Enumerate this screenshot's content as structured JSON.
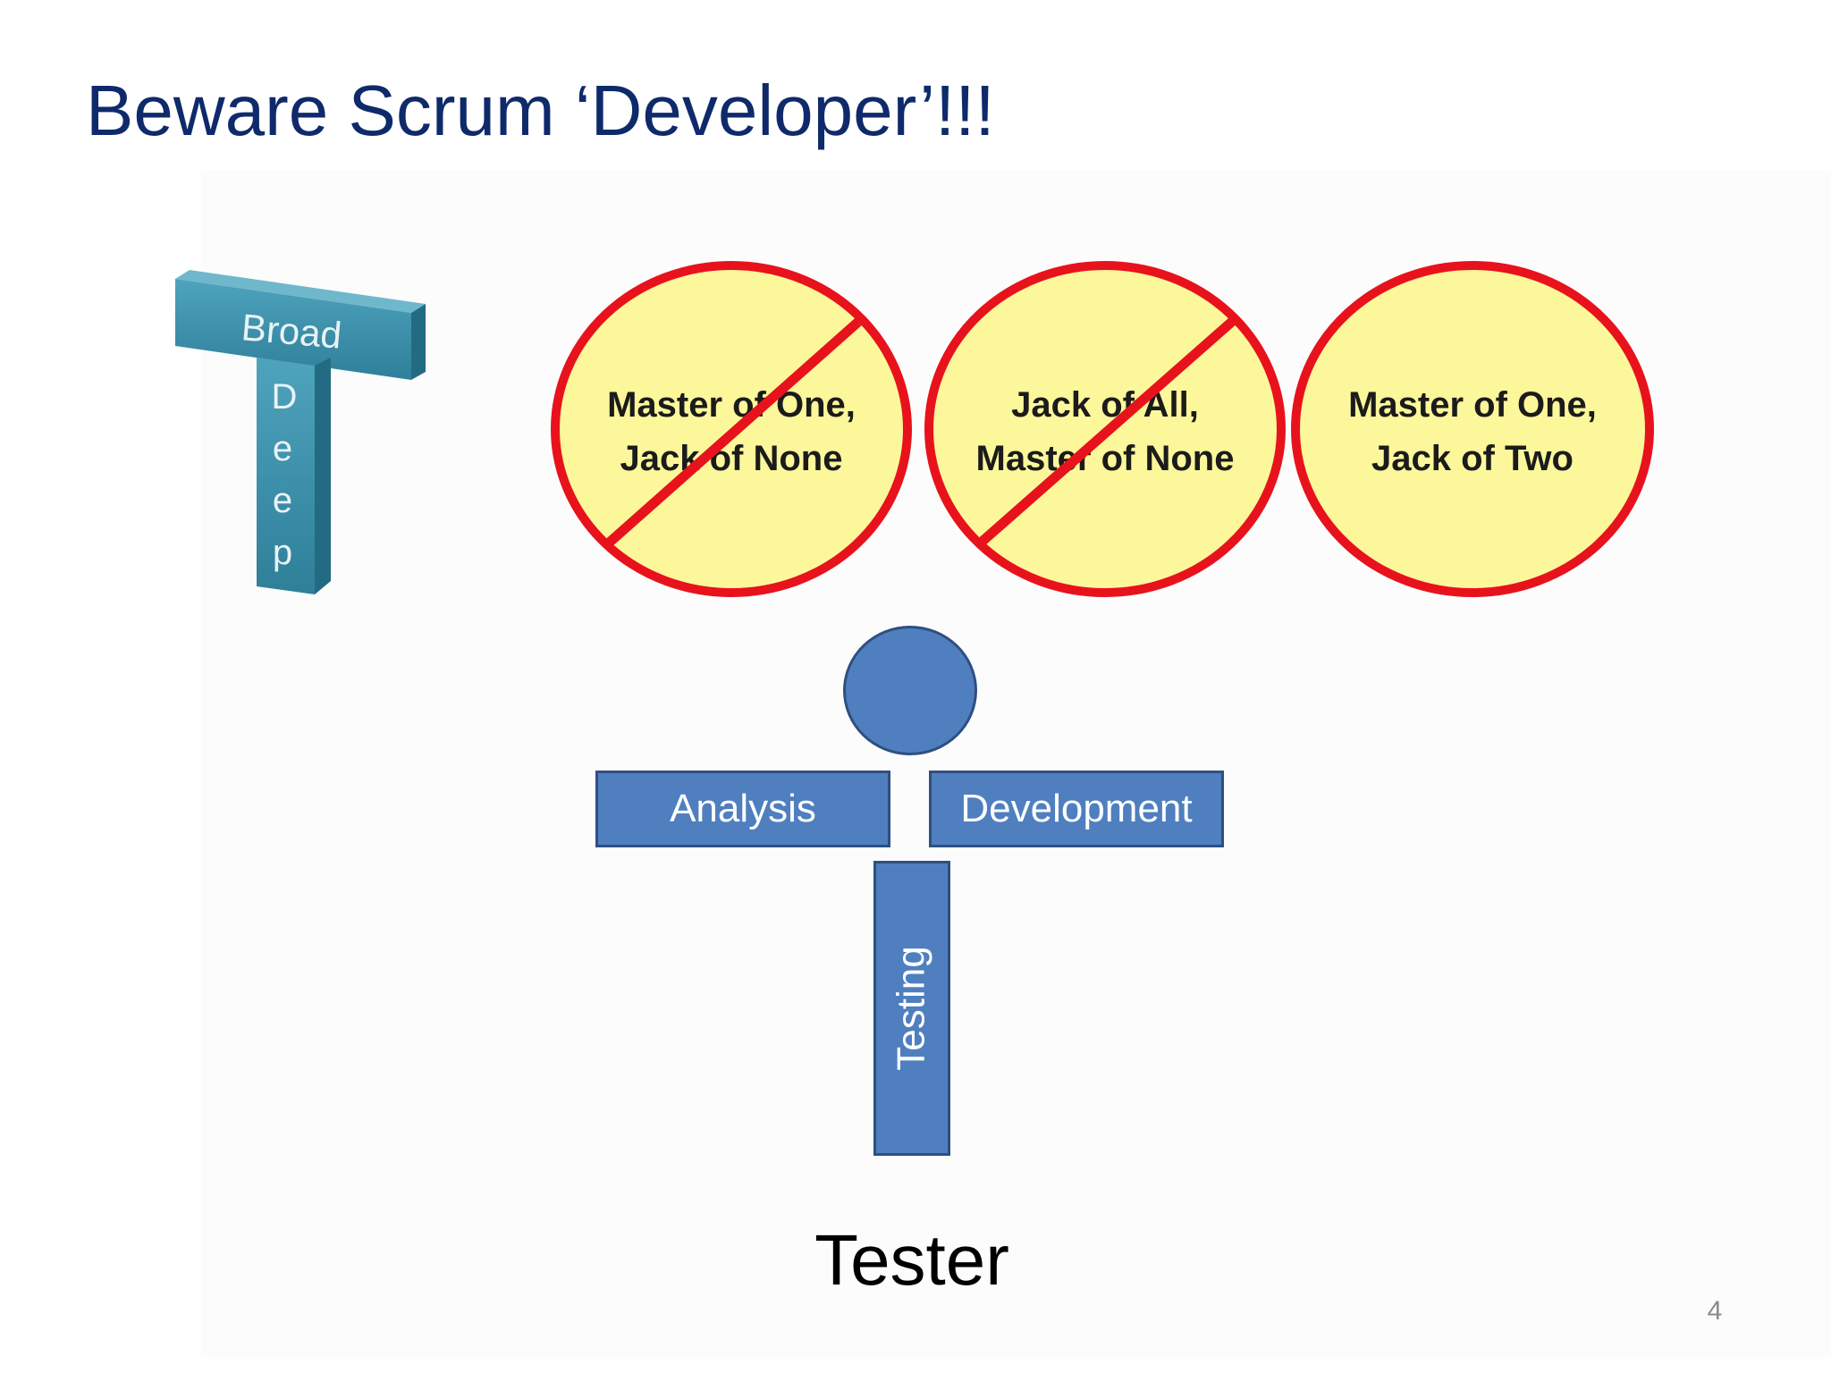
{
  "slide": {
    "title": "Beware Scrum ‘Developer’!!!",
    "page_number": "4"
  },
  "t_shape": {
    "top_label": "Broad",
    "stem_letters": [
      "D",
      "e",
      "e",
      "p"
    ]
  },
  "circles": [
    {
      "line1": "Master of One,",
      "line2": "Jack of None",
      "crossed_out": true
    },
    {
      "line1": "Jack of All,",
      "line2": "Master of None",
      "crossed_out": true
    },
    {
      "line1": "Master of One,",
      "line2": "Jack of Two",
      "crossed_out": false
    }
  ],
  "figure": {
    "left_arm": "Analysis",
    "right_arm": "Development",
    "body": "Testing",
    "caption": "Tester"
  },
  "colors": {
    "title": "#0f2a6b",
    "t_shape": "#3b8ea8",
    "circle_fill": "#fbf79a",
    "circle_stroke": "#e8121c",
    "figure_fill": "#4f7fbf"
  }
}
